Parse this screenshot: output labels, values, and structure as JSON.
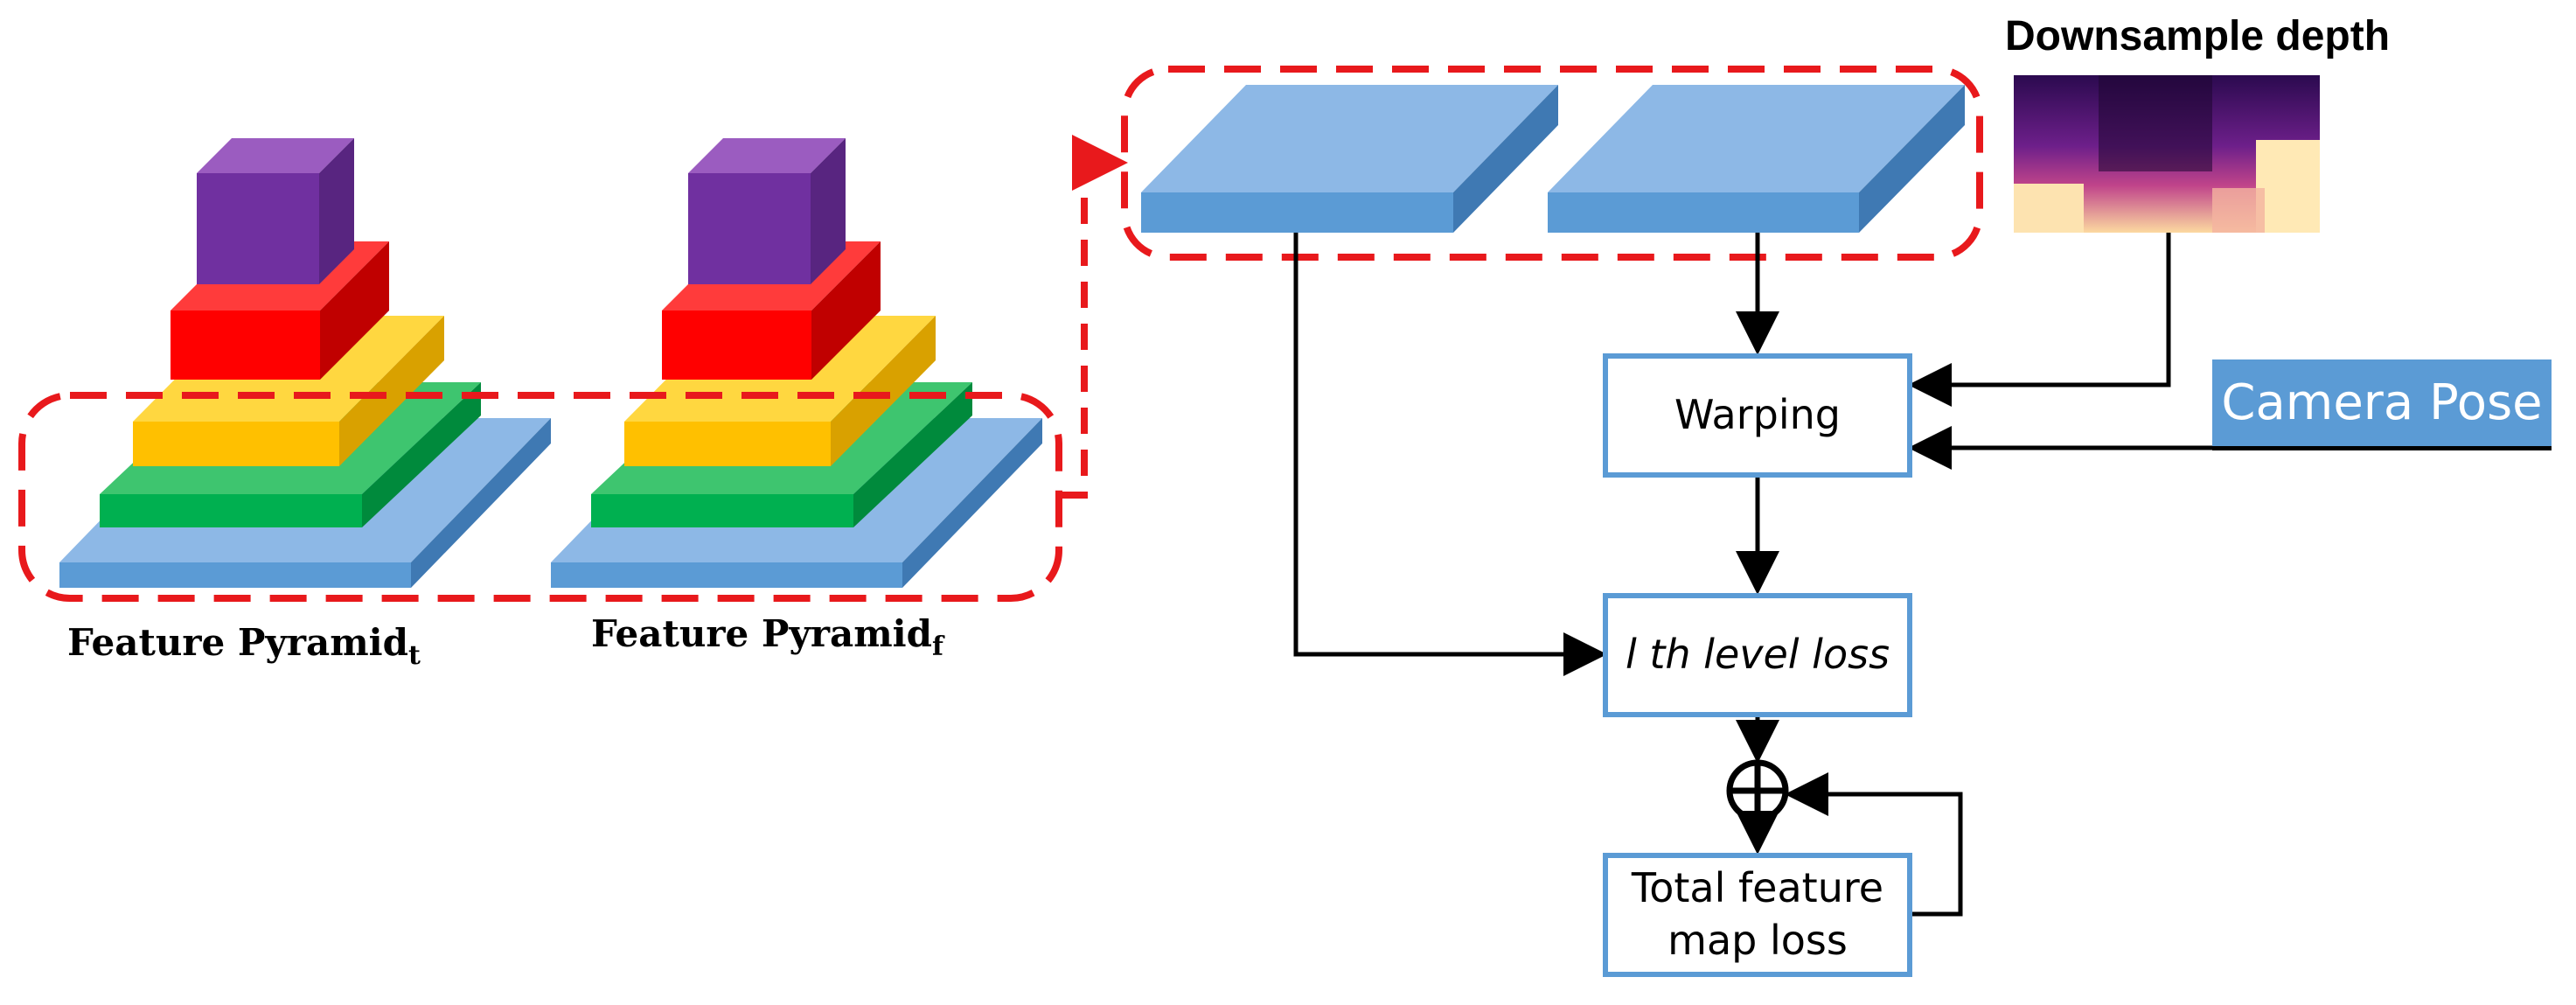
{
  "pyramids": [
    {
      "label_main": "Feature Pyramid",
      "label_sub": "t"
    },
    {
      "label_main": "Feature Pyramid",
      "label_sub": "f"
    }
  ],
  "depth": {
    "title": "Downsample depth"
  },
  "boxes": {
    "warping": "Warping",
    "level_loss": "l th level loss",
    "total_loss_line1": "Total feature",
    "total_loss_line2": "map loss"
  },
  "camera_pose": "Camera Pose",
  "colors": {
    "purple": "#7030a0",
    "red": "#ff0000",
    "yellow": "#ffc000",
    "green": "#00b050",
    "blue": "#5b9bd5",
    "dashed": "#e8191c"
  },
  "operator_symbol": "circle-plus"
}
